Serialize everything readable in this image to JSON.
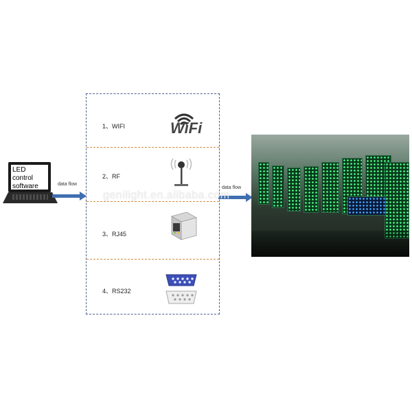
{
  "laptop": {
    "screen_text": "LED control\nsoftware"
  },
  "arrow_left": {
    "label": "data flow"
  },
  "arrow_right": {
    "label": "data flow"
  },
  "methods": [
    {
      "label": "1、WIFI",
      "icon": "wifi-icon"
    },
    {
      "label": "2、RF",
      "icon": "antenna-icon"
    },
    {
      "label": "3、RJ45",
      "icon": "rj45-port-icon"
    },
    {
      "label": "4、RS232",
      "icon": "serial-connector-icon"
    }
  ],
  "wifi_logo_text": "WiFi",
  "watermark": "genilight.en.alibaba.com",
  "colors": {
    "panel_border": "#4a5f8a",
    "divider": "#d58a3a",
    "arrow": "#3f6fb0"
  }
}
